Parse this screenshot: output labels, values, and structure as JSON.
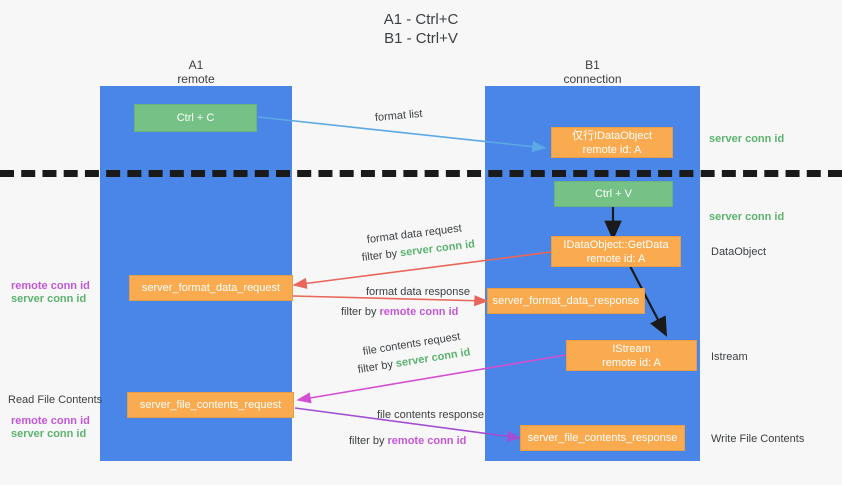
{
  "title": {
    "line1": "A1 - Ctrl+C",
    "line2": "B1 - Ctrl+V"
  },
  "columns": [
    {
      "name": "A1",
      "role": "remote"
    },
    {
      "name": "B1",
      "role": "connection"
    }
  ],
  "nodes": [
    {
      "id": "ctrl-c",
      "label": "Ctrl + C",
      "sub": "",
      "color": "#76c286",
      "lane": "A1"
    },
    {
      "id": "ctrl-v",
      "label": "Ctrl + V",
      "sub": "",
      "color": "#76c286",
      "lane": "B1"
    },
    {
      "id": "idataobject",
      "label": "仅行IDataObject",
      "sub": "remote id: A",
      "color": "#fbab4f",
      "lane": "B1"
    },
    {
      "id": "getdata",
      "label": "IDataObject::GetData",
      "sub": "remote id: A",
      "color": "#fbab4f",
      "lane": "B1"
    },
    {
      "id": "istream",
      "label": "IStream",
      "sub": "remote id: A",
      "color": "#fbab4f",
      "lane": "B1"
    },
    {
      "id": "format-data-request",
      "label": "server_format_data_request",
      "sub": "",
      "color": "#fbab4f",
      "lane": "A1"
    },
    {
      "id": "format-data-response",
      "label": "server_format_data_response",
      "sub": "",
      "color": "#fbab4f",
      "lane": "B1"
    },
    {
      "id": "file-contents-request",
      "label": "server_file_contents_request",
      "sub": "",
      "color": "#fbab4f",
      "lane": "A1"
    },
    {
      "id": "file-contents-response",
      "label": "server_file_contents_response",
      "sub": "",
      "color": "#fbab4f",
      "lane": "B1"
    }
  ],
  "arrow_labels": {
    "format_list": "format list",
    "format_data_request": "format data request",
    "format_data_request_filter_prefix": "filter by ",
    "format_data_request_filter_value": "server conn id",
    "format_data_response": "format data response",
    "format_data_response_filter_prefix": "filter by ",
    "format_data_response_filter_value": "remote conn id",
    "file_contents_request": "file contents request",
    "file_contents_request_filter_prefix": "filter by ",
    "file_contents_request_filter_value": "server conn id",
    "file_contents_response": "file contents response",
    "file_contents_response_filter_prefix": "filter by ",
    "file_contents_response_filter_value": "remote conn id"
  },
  "right_labels": {
    "server_conn_id_top": "server conn id",
    "server_conn_id_mid": "server conn id",
    "dataobject": "DataObject",
    "istream": "Istream",
    "write_file_contents": "Write File Contents"
  },
  "left_labels": {
    "remote_conn_id_1": "remote conn id",
    "server_conn_id_1": "server conn id",
    "read_file_contents": "Read File Contents",
    "remote_conn_id_2": "remote conn id",
    "server_conn_id_2": "server conn id"
  },
  "colors": {
    "lane": "#4a86e8",
    "green_node": "#76c286",
    "orange_node": "#fbab4f",
    "green_text": "#5cb36f",
    "purple_text": "#c457d8",
    "arrow_blue": "#5aa9e6",
    "arrow_red": "#e8675a",
    "arrow_magenta": "#d44fd4",
    "arrow_purple": "#a14fd4",
    "arrow_black": "#1a1a1a",
    "divider": "#1a1a1a",
    "background": "#f7f7f7"
  }
}
